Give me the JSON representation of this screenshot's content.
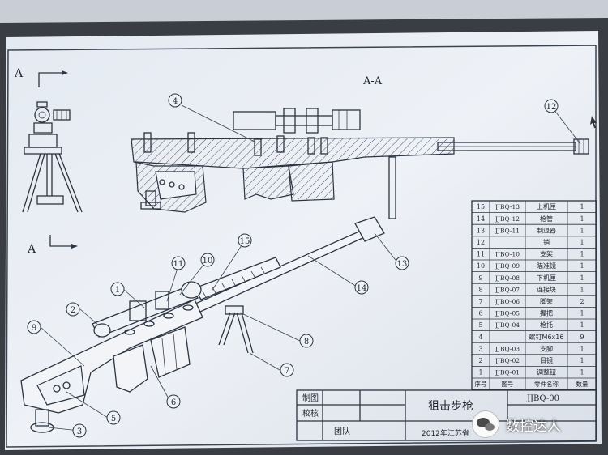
{
  "section_a_left": "A",
  "section_a_lower": "A",
  "section_title": "A-A",
  "callouts": [
    "1",
    "2",
    "3",
    "4",
    "5",
    "6",
    "7",
    "8",
    "9",
    "10",
    "11",
    "12",
    "13",
    "14",
    "15"
  ],
  "bom": {
    "rows": [
      {
        "no": "15",
        "code": "JJBQ-13",
        "name": "上机匣",
        "qty": "1"
      },
      {
        "no": "14",
        "code": "JJBQ-12",
        "name": "枪管",
        "qty": "1"
      },
      {
        "no": "13",
        "code": "JJBQ-11",
        "name": "制退器",
        "qty": "1"
      },
      {
        "no": "12",
        "code": "",
        "name": "销",
        "qty": "1"
      },
      {
        "no": "11",
        "code": "JJBQ-10",
        "name": "支架",
        "qty": "1"
      },
      {
        "no": "10",
        "code": "JJBQ-09",
        "name": "瞄准镜",
        "qty": "1"
      },
      {
        "no": "9",
        "code": "JJBQ-08",
        "name": "下机匣",
        "qty": "1"
      },
      {
        "no": "8",
        "code": "JJBQ-07",
        "name": "连接块",
        "qty": "1"
      },
      {
        "no": "7",
        "code": "JJBQ-06",
        "name": "脚架",
        "qty": "2"
      },
      {
        "no": "6",
        "code": "JJBQ-05",
        "name": "握把",
        "qty": "1"
      },
      {
        "no": "5",
        "code": "JJBQ-04",
        "name": "枪托",
        "qty": "1"
      },
      {
        "no": "4",
        "code": "",
        "name": "螺钉M6x16",
        "qty": "9"
      },
      {
        "no": "3",
        "code": "JJBQ-03",
        "name": "支脚",
        "qty": "1"
      },
      {
        "no": "2",
        "code": "JJBQ-02",
        "name": "目镜",
        "qty": "1"
      },
      {
        "no": "1",
        "code": "JJBQ-01",
        "name": "调整钮",
        "qty": "1"
      }
    ],
    "header": {
      "no": "序号",
      "code": "图号",
      "name": "零件名称",
      "qty": "数量"
    }
  },
  "title_block": {
    "draw_label": "制图",
    "check_label": "校核",
    "team_label": "团队",
    "title": "狙击步枪",
    "drawing_no": "JJBQ-00",
    "footer": "2012年江苏省"
  },
  "watermark": {
    "text": "数控达人",
    "icon": "wechat-logo-icon"
  }
}
